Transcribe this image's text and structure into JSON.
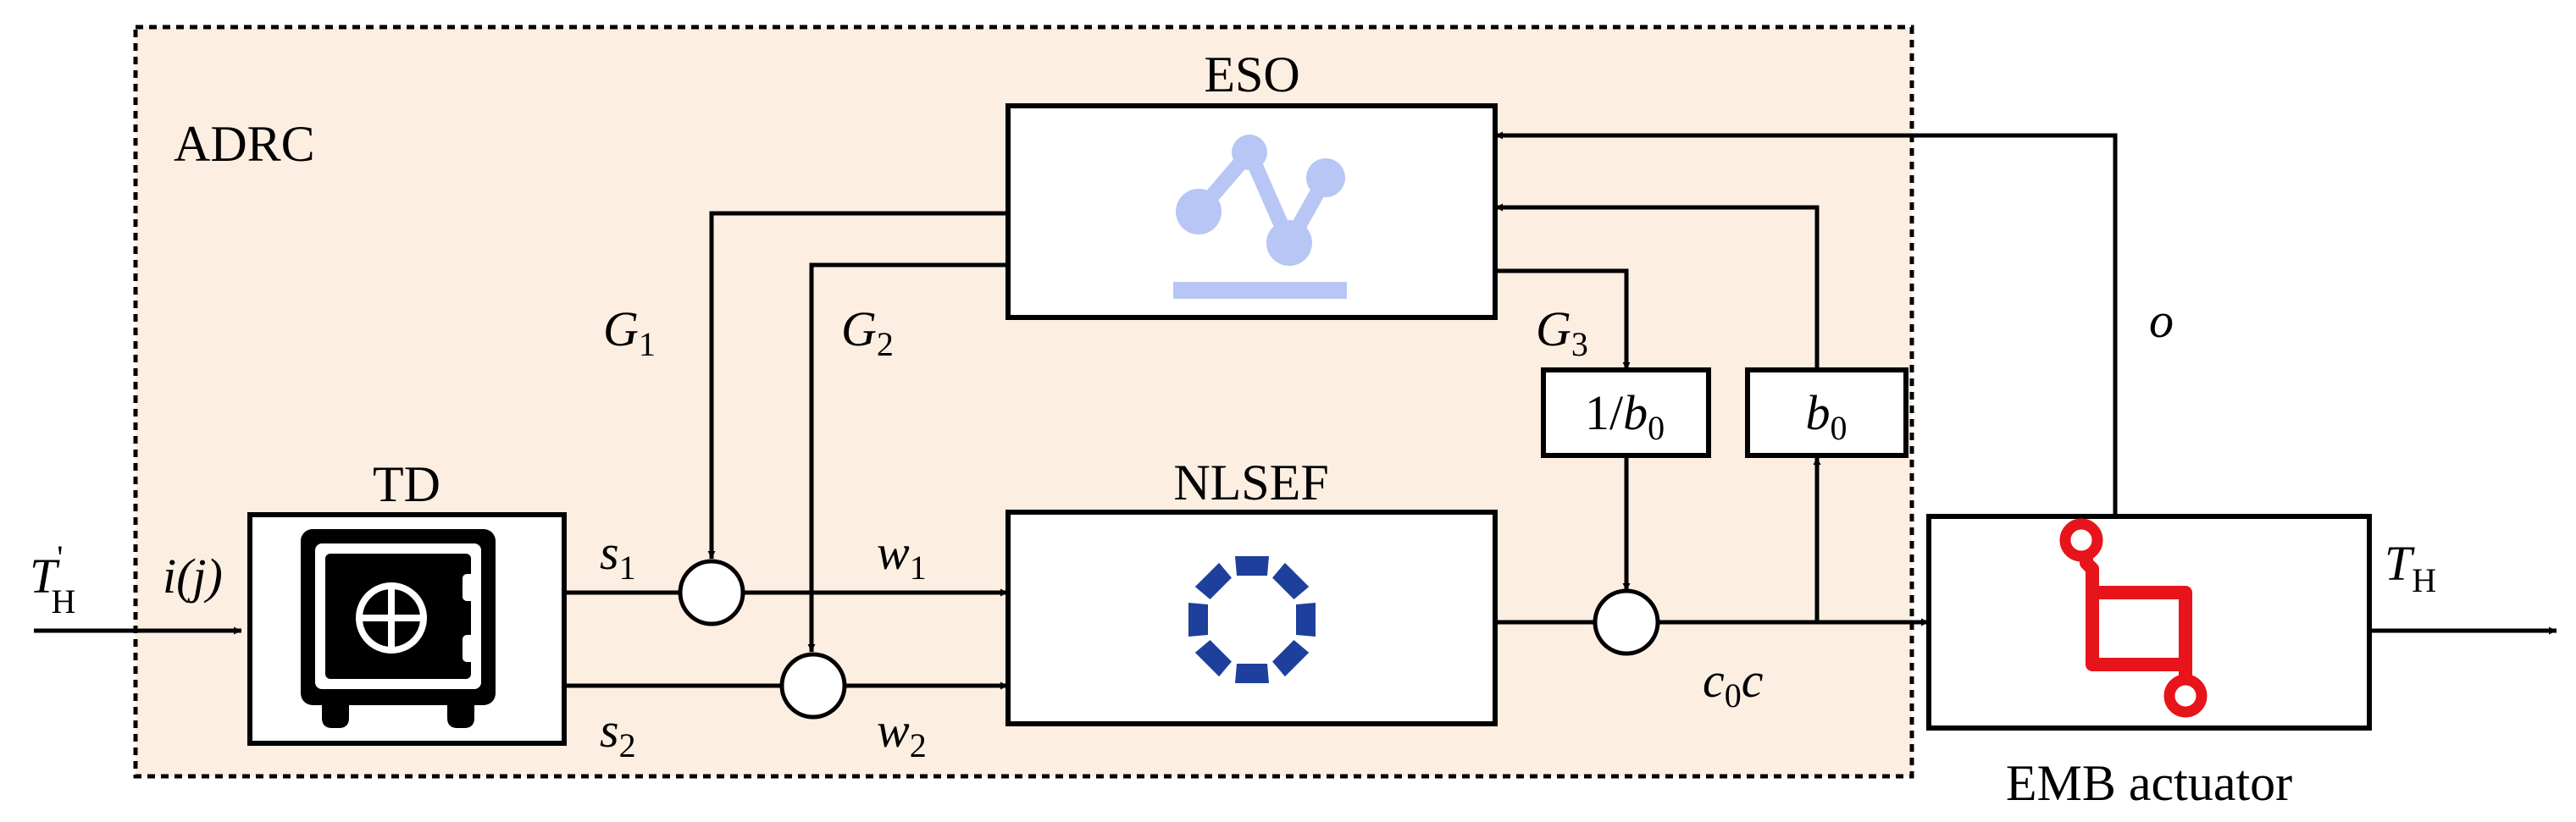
{
  "diagram": {
    "group_label": "ADRC",
    "blocks": {
      "eso": "ESO",
      "td": "TD",
      "nlsef": "NLSEF",
      "actuator": "EMB actuator",
      "inv_gain": {
        "main": "1/",
        "var": "b",
        "sub": "0"
      },
      "gain": {
        "var": "b",
        "sub": "0"
      }
    },
    "signals": {
      "input_ref": {
        "var": "T",
        "sub": "H",
        "sup": "'"
      },
      "td_input": "i(j)",
      "s1": {
        "var": "s",
        "sub": "1"
      },
      "s2": {
        "var": "s",
        "sub": "2"
      },
      "w1": {
        "var": "w",
        "sub": "1"
      },
      "w2": {
        "var": "w",
        "sub": "2"
      },
      "g1": {
        "var": "G",
        "sub": "1"
      },
      "g2": {
        "var": "G",
        "sub": "2"
      },
      "g3": {
        "var": "G",
        "sub": "3"
      },
      "control": {
        "pre": "c",
        "sub": "0",
        "post": "c"
      },
      "feedback": "o",
      "output": {
        "var": "T",
        "sub": "H"
      }
    },
    "colors": {
      "group_fill": "#fdeee2",
      "eso_icon": "#b7c6f5",
      "nlsef_icon": "#1e3f9c",
      "actuator_icon": "#e8141b",
      "td_icon": "#000000"
    },
    "icons": {
      "eso": "node-graph-icon",
      "td": "safe-icon",
      "nlsef": "ring-segments-icon",
      "actuator": "circuit-trace-icon"
    }
  }
}
